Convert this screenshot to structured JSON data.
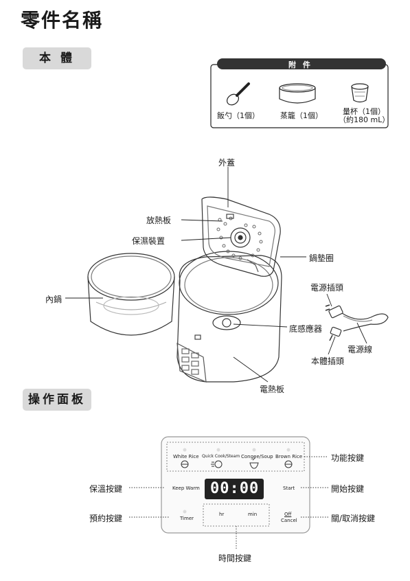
{
  "title": "零件名稱",
  "sections": {
    "body": "本 體",
    "panel": "操作面板"
  },
  "accessories": {
    "header": "附 件",
    "items": [
      {
        "label": "飯勺（1個）",
        "icon": "rice-paddle-icon"
      },
      {
        "label": "蒸籠（1個）",
        "icon": "steamer-basket-icon"
      },
      {
        "label": "量杯（1個）",
        "sub": "（約180 mL）",
        "icon": "measuring-cup-icon"
      }
    ]
  },
  "body_parts": {
    "outer_lid": "外蓋",
    "heat_plate": "放熱板",
    "keep_moist": "保濕裝置",
    "gasket": "鍋墊圈",
    "inner_pot": "內鍋",
    "power_plug": "電源插頭",
    "sensor": "底感應器",
    "power_cord": "電源線",
    "body_socket": "本體插頭",
    "heating_plate": "電熱板"
  },
  "panel": {
    "functions": [
      "White Rice",
      "Quick Cook/Steam",
      "Congee/Soup",
      "Brown Rice"
    ],
    "keep_warm": "Keep Warm",
    "display": "00:00",
    "start": "Start",
    "timer": "Timer",
    "hr": "hr",
    "min": "min",
    "off": "Off",
    "cancel": "Cancel",
    "callouts": {
      "function_keys": "功能按鍵",
      "keep_warm_key": "保溫按鍵",
      "start_key": "開始按鍵",
      "timer_key": "預約按鍵",
      "cancel_key": "關/取消按鍵",
      "time_keys": "時間按鍵"
    }
  }
}
